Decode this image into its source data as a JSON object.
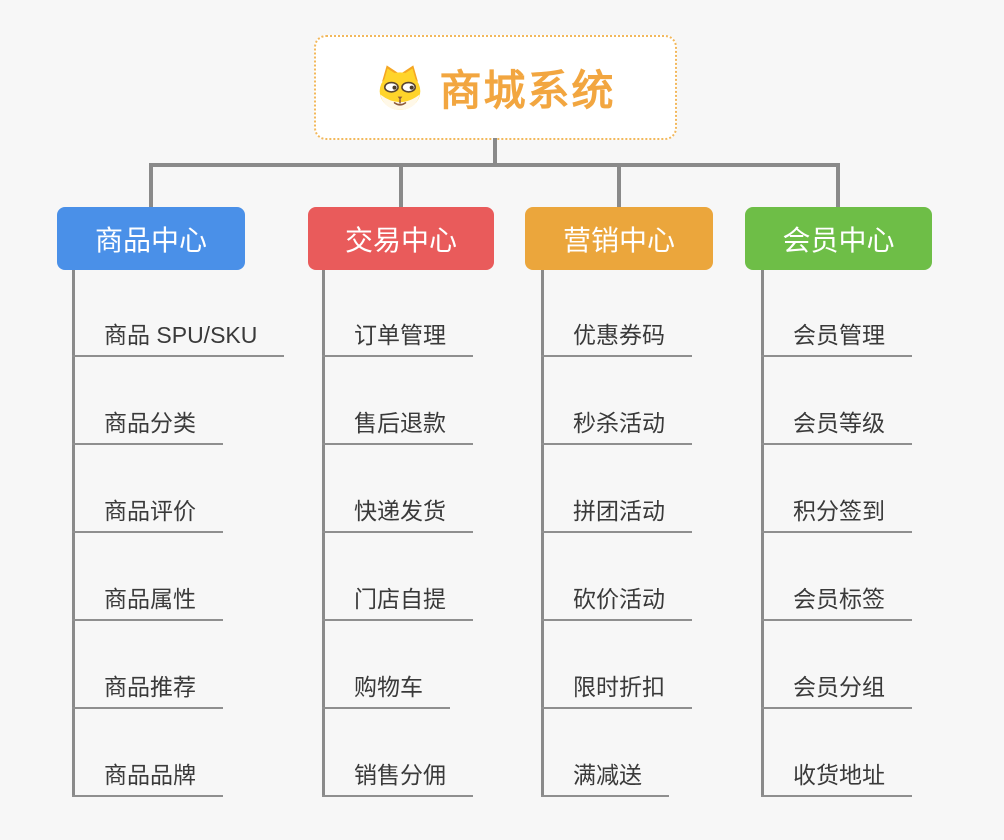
{
  "canvas": {
    "background": "#F7F7F7"
  },
  "root": {
    "title": "商城系统",
    "icon": "dog-face-icon",
    "title_color": "#F2A640",
    "border_color": "#F2B85C"
  },
  "connector_color": "#8A8A8A",
  "underline_color": "#8F8F8F",
  "branches": [
    {
      "label": "商品中心",
      "color": "#4A90E8",
      "items": [
        "商品 SPU/SKU",
        "商品分类",
        "商品评价",
        "商品属性",
        "商品推荐",
        "商品品牌"
      ]
    },
    {
      "label": "交易中心",
      "color": "#E95B5B",
      "items": [
        "订单管理",
        "售后退款",
        "快递发货",
        "门店自提",
        "购物车",
        "销售分佣"
      ]
    },
    {
      "label": "营销中心",
      "color": "#EBA63C",
      "items": [
        "优惠券码",
        "秒杀活动",
        "拼团活动",
        "砍价活动",
        "限时折扣",
        "满减送"
      ]
    },
    {
      "label": "会员中心",
      "color": "#6EBE47",
      "items": [
        "会员管理",
        "会员等级",
        "积分签到",
        "会员标签",
        "会员分组",
        "收货地址"
      ]
    }
  ]
}
